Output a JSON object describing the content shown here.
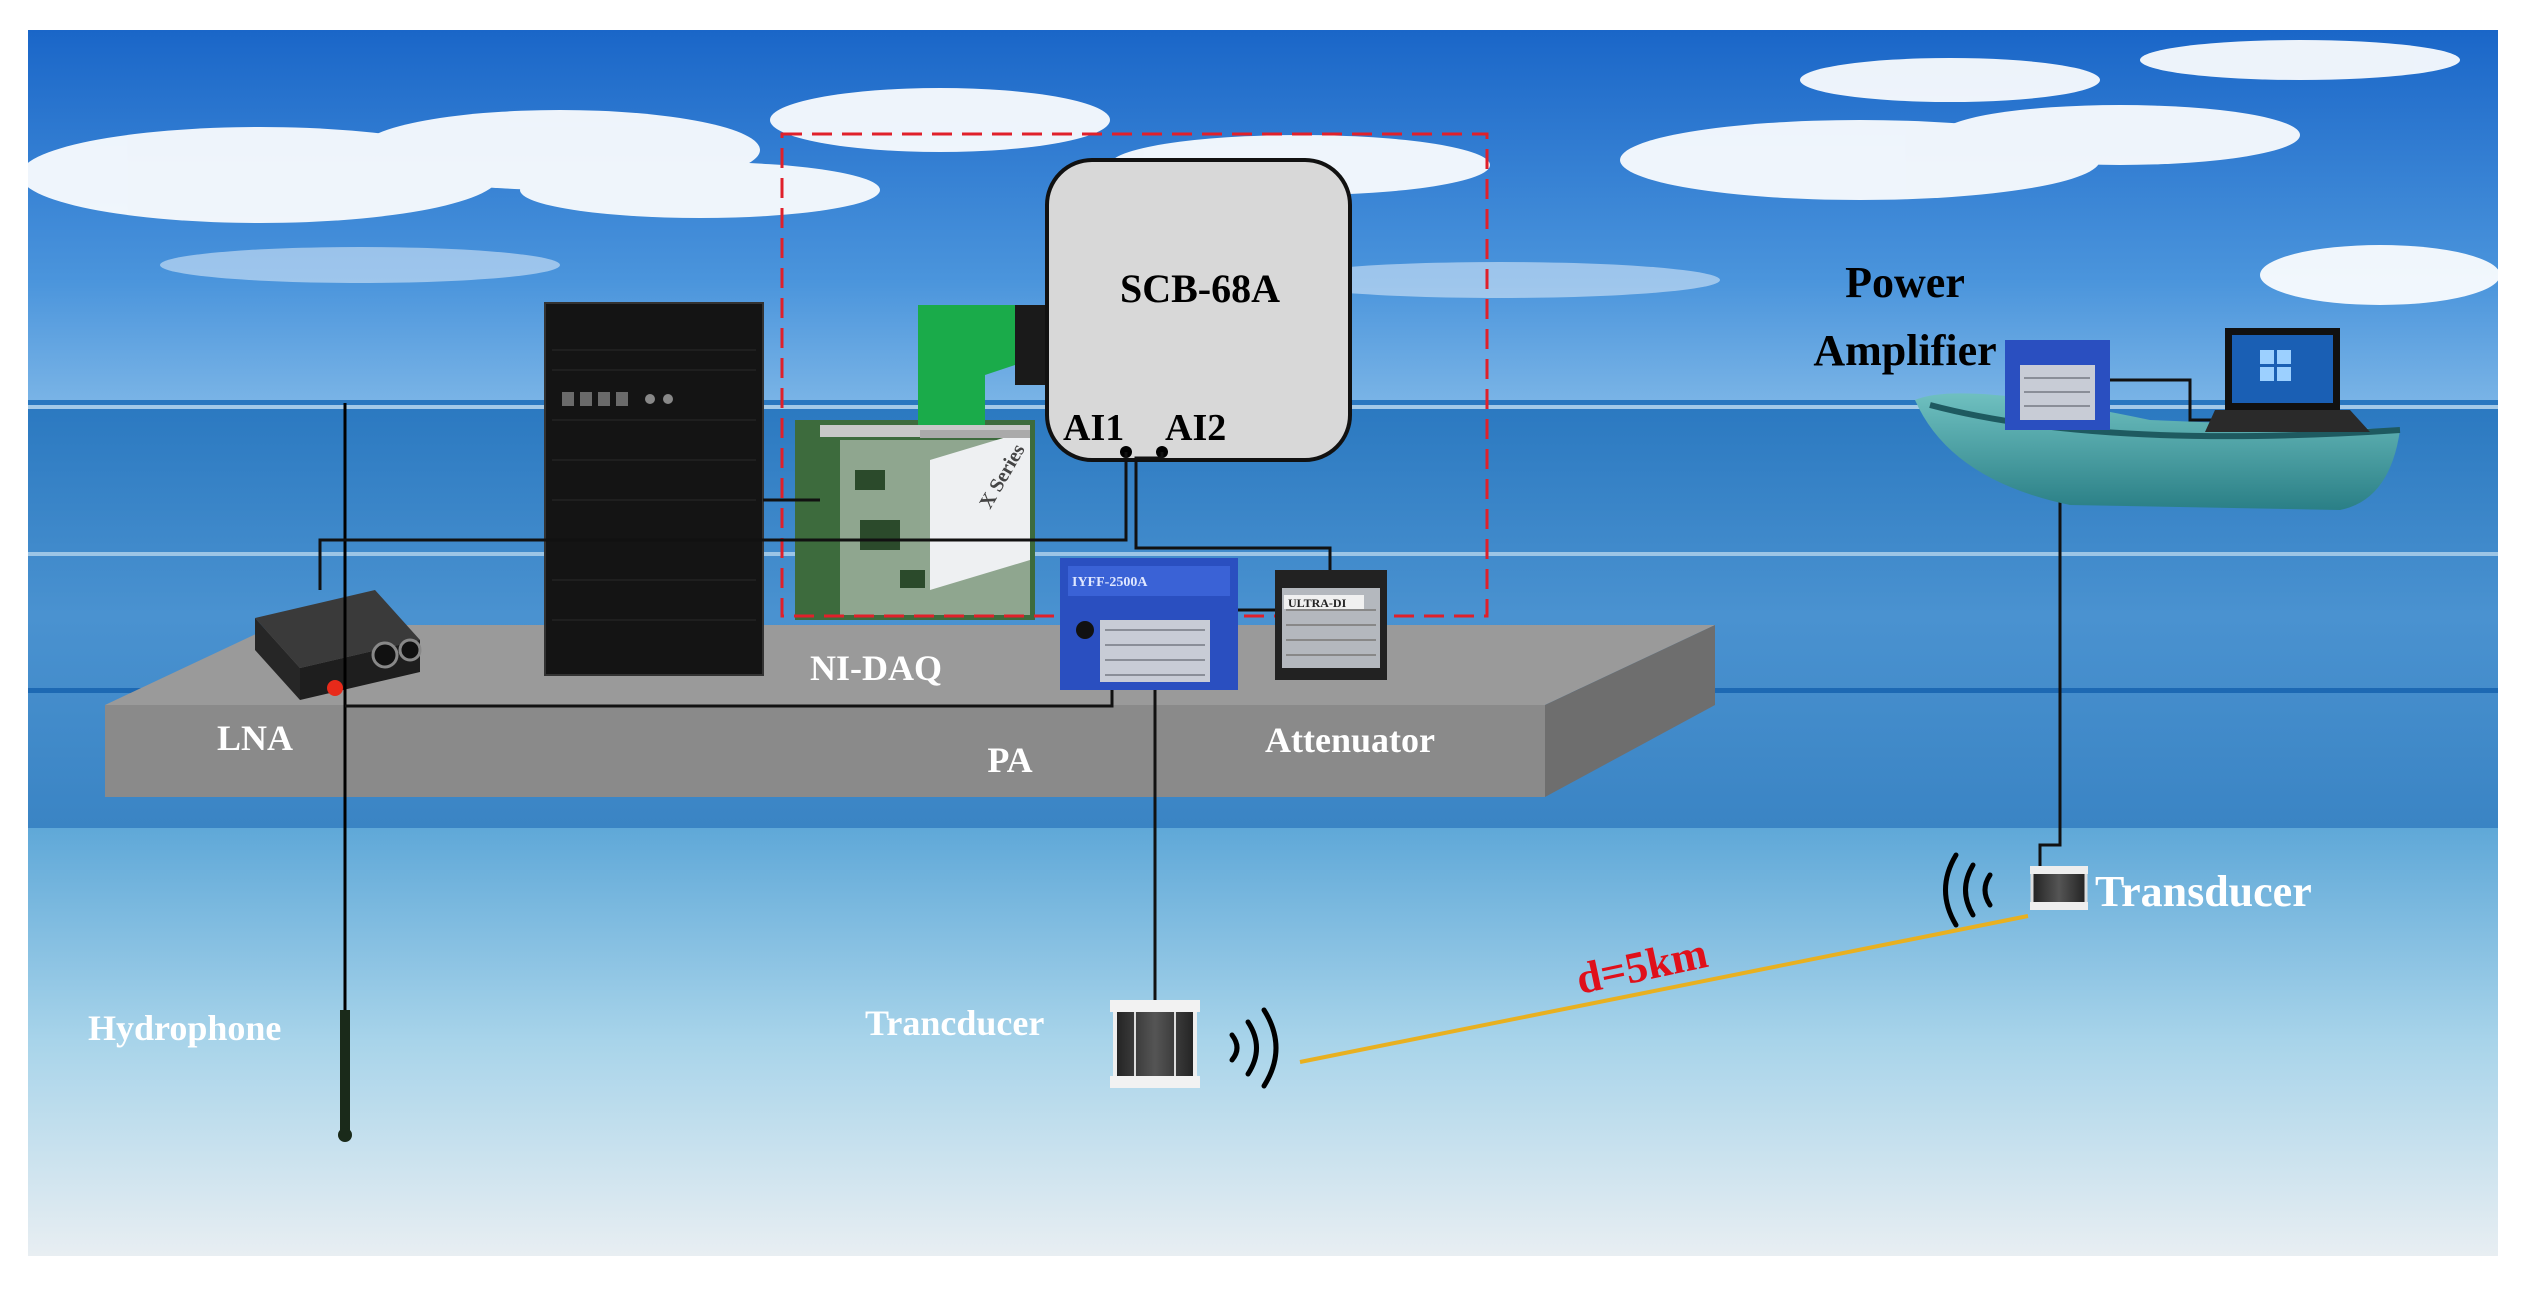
{
  "labels": {
    "scb": "SCB-68A",
    "ai1": "AI1",
    "ai2": "AI2",
    "power_amp_line1": "Power",
    "power_amp_line2": "Amplifier",
    "ni_daq": "NI-DAQ",
    "lna": "LNA",
    "pa": "PA",
    "attenuator": "Attenuator",
    "transducer_right": "Transducer",
    "transducer_left": "Trancducer",
    "hydrophone": "Hydrophone",
    "distance": "d=5km"
  },
  "device_text": {
    "attenuator_brand": "ULTRA-DI",
    "daq_card_brand": "X Series",
    "pa_model": "IYFF-2500A"
  },
  "colors": {
    "sky_top": "#1e6fd0",
    "sea": "#3d86c8",
    "underwater": "#9fd0e8",
    "platform": "#8c8c8c",
    "scb_box": "#d6d6d6",
    "red_dash": "#e0202a",
    "distance_text": "#e0101a",
    "distance_line": "#e8b020",
    "wire": "#111111"
  }
}
